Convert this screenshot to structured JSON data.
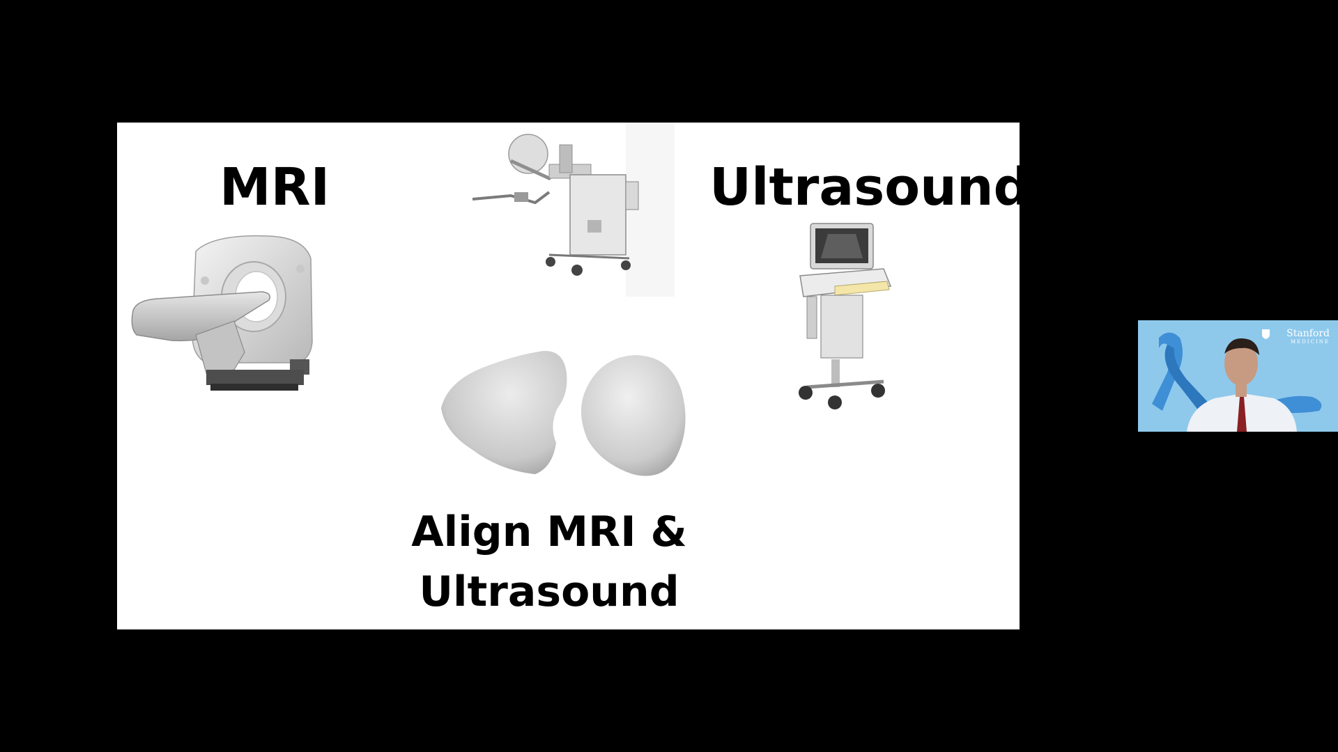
{
  "slide": {
    "mri_label": "MRI",
    "ultrasound_label": "Ultrasound",
    "align_line1": "Align MRI &",
    "align_line2": "Ultrasound"
  },
  "presenter": {
    "logo_name": "Stanford",
    "logo_sub": "MEDICINE"
  },
  "colors": {
    "background": "#000000",
    "slide": "#ffffff",
    "tile_bg": "#8ec9ec",
    "ribbon": "#3f8fd6"
  }
}
